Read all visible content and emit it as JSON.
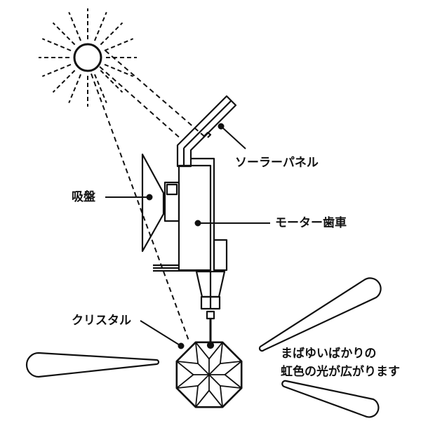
{
  "labels": {
    "solar_panel": "ソーラーパネル",
    "suction_cup": "吸盤",
    "motor_gear": "モーター歯車",
    "crystal": "クリスタル",
    "caption_line1": "まばゆいばかりの",
    "caption_line2": "虹色の光が広がります"
  },
  "colors": {
    "ink": "#111111",
    "background": "#ffffff"
  }
}
